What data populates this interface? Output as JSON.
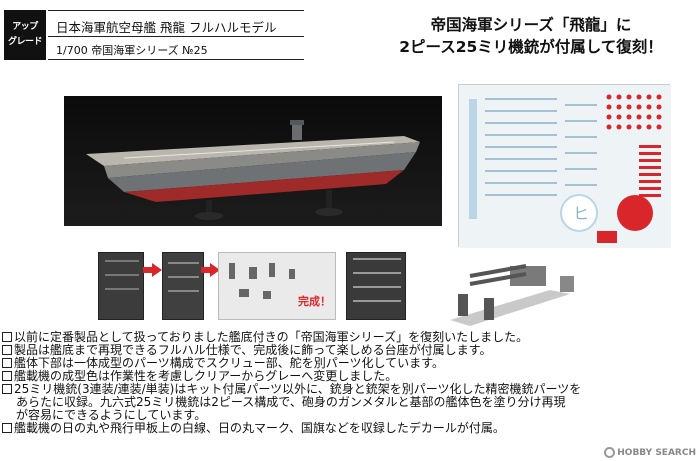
{
  "badge": {
    "line1": "アップ",
    "line2": "グレード"
  },
  "title": {
    "main": "日本海軍航空母艦 飛龍 フルハルモデル",
    "sub": "1/700 帝国海軍シリーズ №25"
  },
  "headline": {
    "line1": "帝国海軍シリーズ「飛龍」に",
    "line2": "2ピース25ミリ機銃が付属して復刻！"
  },
  "assembly": {
    "kansei": "完成！"
  },
  "bullets": [
    "以前に定番製品として扱っておりました艦底付きの「帝国海軍シリーズ」を復刻いたしました。",
    "製品は艦底まで再現できるフルハル仕様で、完成後に飾って楽しめる台座が付属します。",
    "艦体下部は一体成型のパーツ構成でスクリュー部、舵を別パーツ化しています。",
    "艦載機の成型色は作業性を考慮しクリアーからグレーへ変更しました。",
    "25ミリ機銃(3連装/連装/単装)はキット付属パーツ以外に、銃身と銃架を別パーツ化した精密機銃パーツを",
    "あらたに収録。九六式25ミリ機銃は2ピース構成で、砲身のガンメタルと基部の艦体色を塗り分け再現",
    "が容易にできるようにしています。",
    "艦載機の日の丸や飛行甲板上の白線、日の丸マーク、国旗などを収録したデカールが付属。"
  ],
  "logo": {
    "text": "HOBBY SEARCH"
  },
  "colors": {
    "accent_red": "#d8262b",
    "hull_red": "#9e2a2a"
  }
}
